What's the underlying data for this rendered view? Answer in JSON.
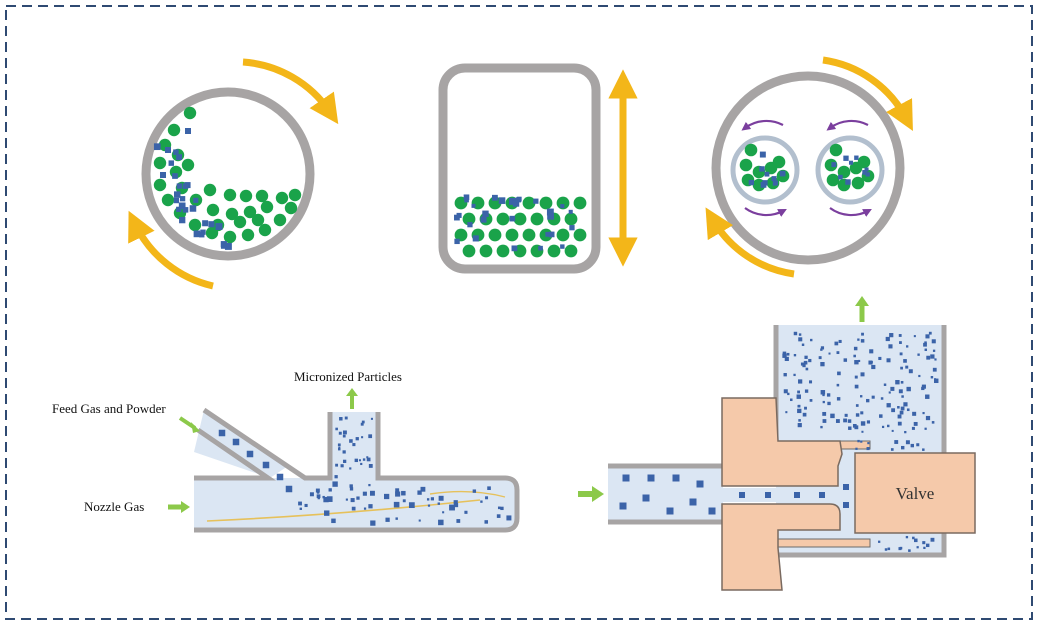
{
  "labels": {
    "micronized_particles": "Micronized Particles",
    "feed_gas_and_powder": "Feed Gas and Powder",
    "nozzle_gas": "Nozzle Gas",
    "valve": "Valve"
  },
  "colors": {
    "frame_dash": "#2f4a72",
    "vessel_wall": "#a7a4a4",
    "rotation_arrow": "#f3b619",
    "small_rotation_arrow": "#7b3f9e",
    "ball": "#1aa34a",
    "particle": "#3b63a8",
    "fluid": "#dbe6f3",
    "flow_arrow": "#8cc94a",
    "valve_block": "#f5c9aa",
    "jet_trace": "#e6c15b"
  },
  "icons": [
    "rotation-arrow-icon",
    "vertical-double-arrow-icon",
    "flow-arrow-icon"
  ]
}
